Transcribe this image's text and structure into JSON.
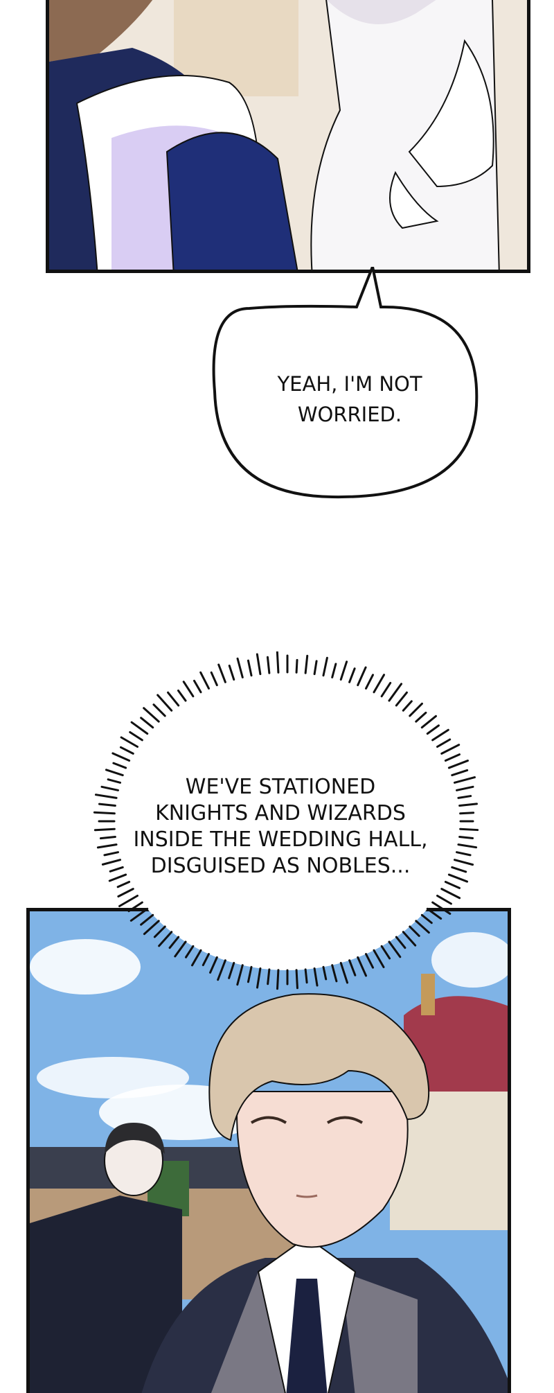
{
  "speech_bubble": {
    "lines": [
      "YEAH, I'M NOT",
      "WORRIED."
    ]
  },
  "thought_bubble": {
    "lines": [
      "WE'VE STATIONED",
      "KNIGHTS AND WIZARDS",
      "INSIDE THE WEDDING HALL,",
      "DISGUISED AS NOBLES..."
    ]
  },
  "colors": {
    "ink": "#111111",
    "sky": "#7fb3e6",
    "cloud": "#ffffff",
    "suit": "#2a2f45",
    "lapel": "#7a7884",
    "hair": "#d9c6ad",
    "skin": "#f6ddd3",
    "dress": "#f4f2f6",
    "dome": "#a23a4c"
  }
}
